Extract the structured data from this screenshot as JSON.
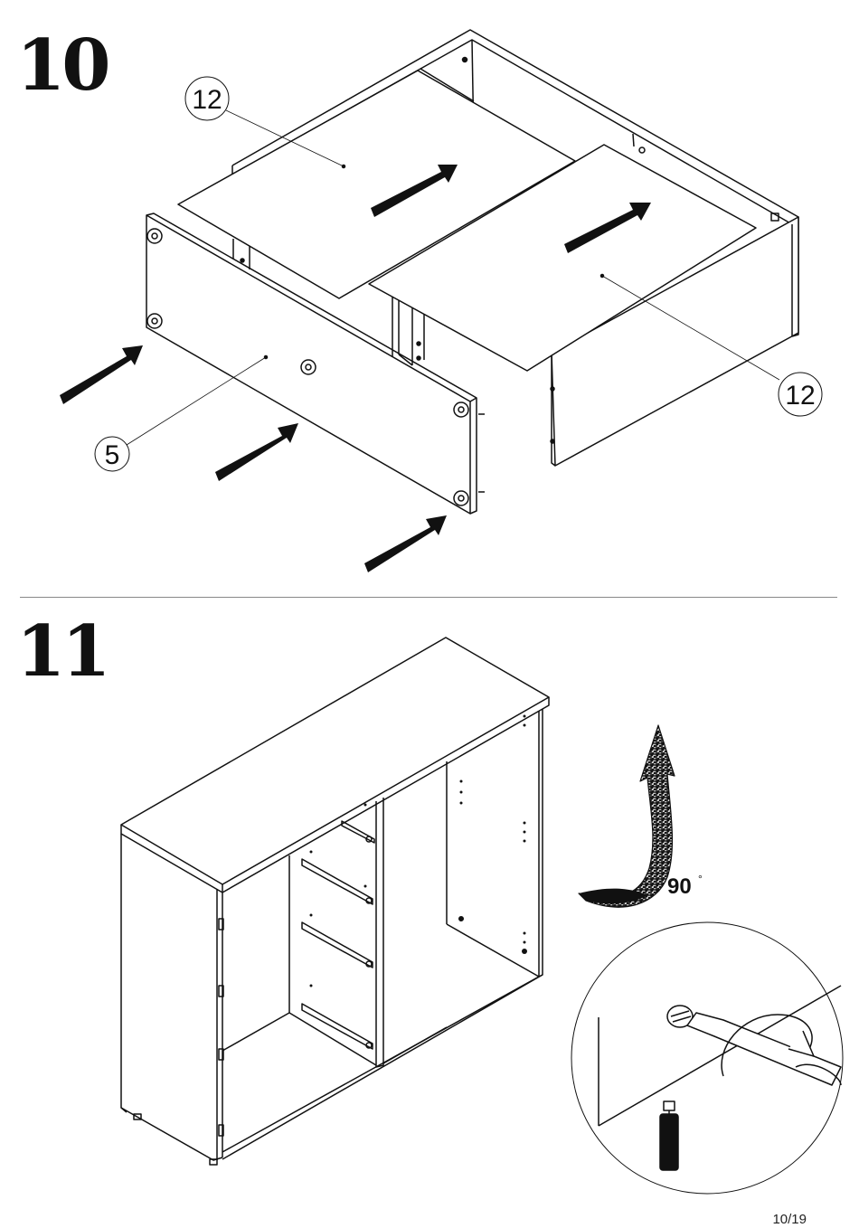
{
  "steps": {
    "step10": "10",
    "step11": "11"
  },
  "callouts": {
    "part_12_a": "12",
    "part_12_b": "12",
    "part_5": "5"
  },
  "rotation": {
    "angle": "90",
    "unit": "°"
  },
  "page": {
    "number": "10/19"
  }
}
